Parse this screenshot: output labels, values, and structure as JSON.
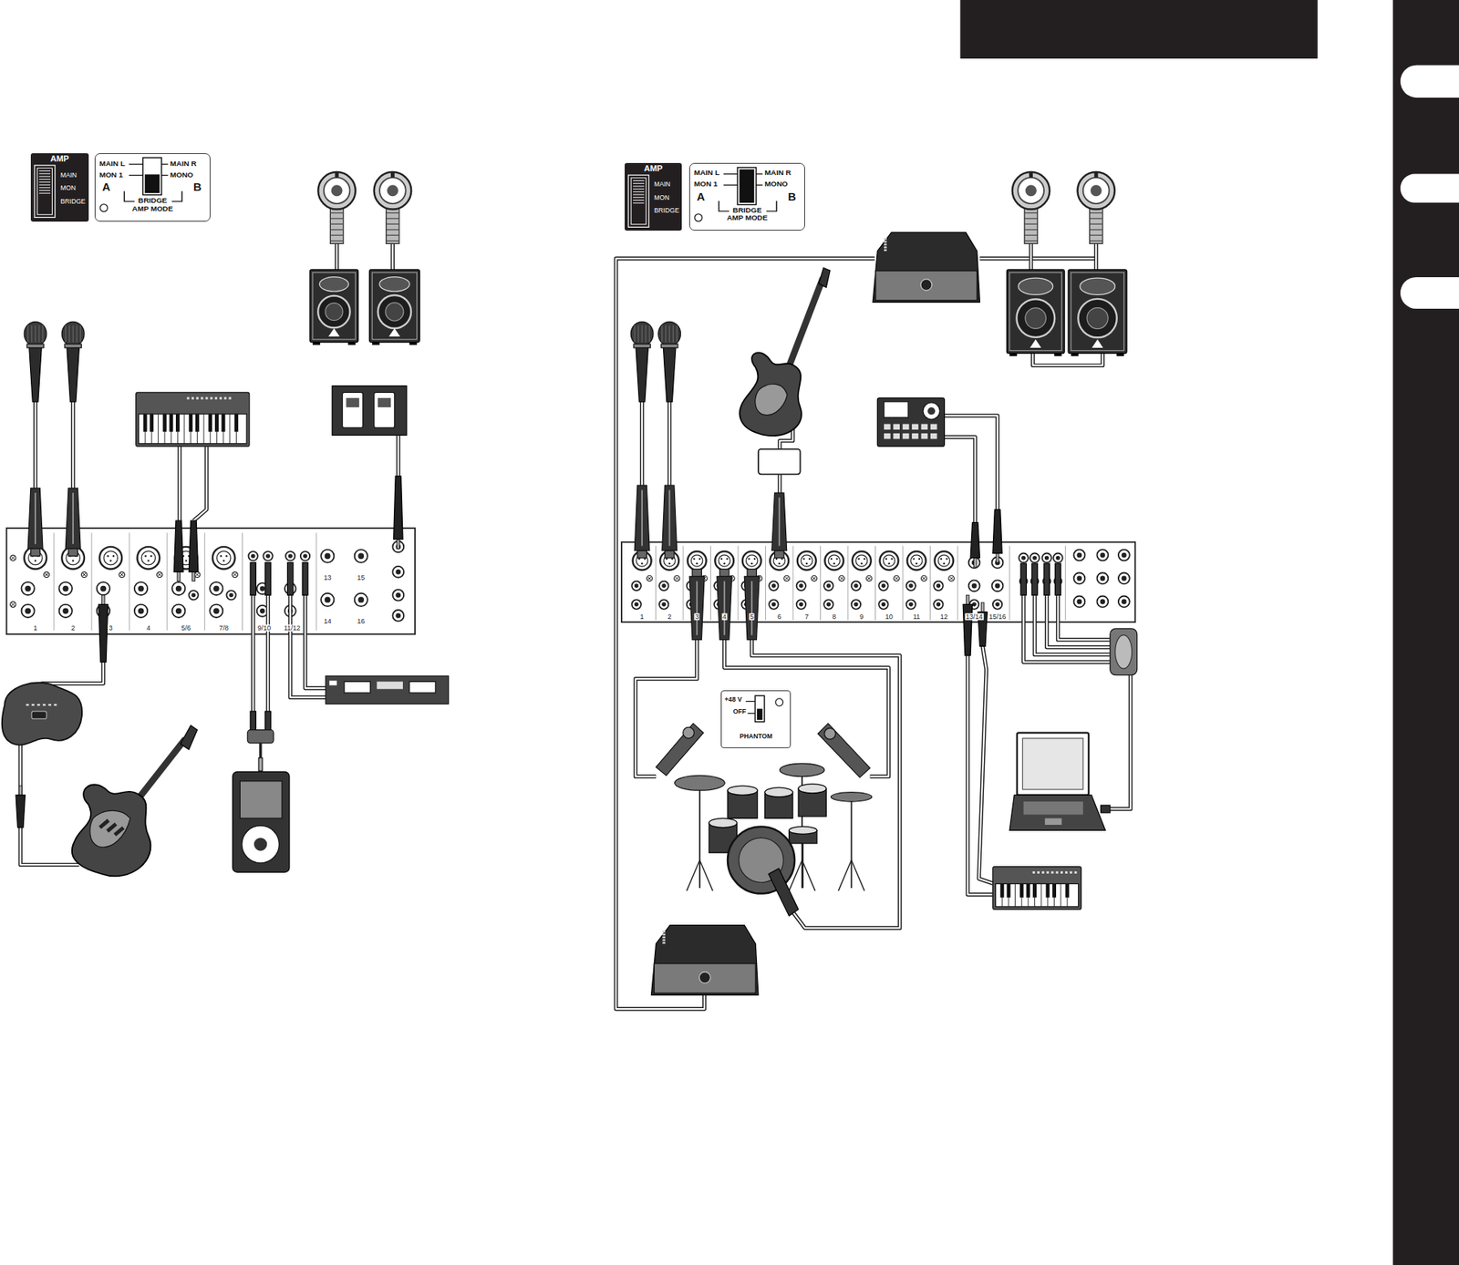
{
  "diagram": {
    "nodes": [
      {
        "text": [
          "AMP",
          "MAIN",
          "MON",
          "BRIDGE"
        ]
      },
      {
        "text": [
          "MAIN L",
          "MON 1",
          "A",
          "MAIN R",
          "MONO",
          "B",
          "BRIDGE AMP MODE"
        ]
      },
      {
        "text": [
          "AMP",
          "MAIN",
          "MON",
          "BRIDGE"
        ]
      },
      {
        "text": [
          "MAIN L",
          "MON 1",
          "A",
          "MAIN R",
          "MONO",
          "B",
          "BRIDGE AMP MODE"
        ]
      },
      {
        "text": [
          "+48 V",
          "OFF",
          "PHANTOM"
        ]
      }
    ],
    "labels": [
      "1",
      "2",
      "3",
      "4",
      "5/6",
      "7/8",
      "9/10",
      "11/12",
      "13",
      "15",
      "14",
      "16",
      "1",
      "2",
      "3",
      "4",
      "5",
      "6",
      "7",
      "8",
      "9",
      "10",
      "11",
      "12",
      "13/14",
      "15/16"
    ]
  }
}
